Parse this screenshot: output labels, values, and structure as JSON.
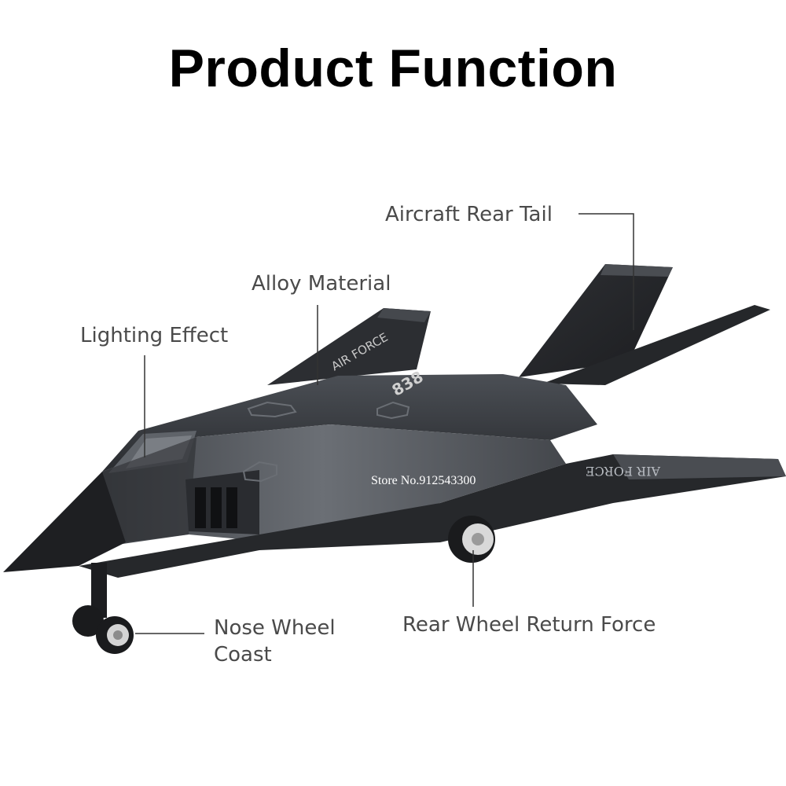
{
  "title": "Product Function",
  "callouts": {
    "rear_tail": "Aircraft Rear Tail",
    "alloy": "Alloy Material",
    "lighting": "Lighting Effect",
    "nose_wheel_line1": "Nose Wheel",
    "nose_wheel_line2": "Coast",
    "rear_wheel": "Rear Wheel Return Force"
  },
  "markings": {
    "wing_text": "AIR FORCE",
    "body_text": "AIR FORCE",
    "tail_number": "838"
  },
  "watermark": "Store No.912543300",
  "colors": {
    "title": "#000000",
    "label": "#4a4a4a",
    "leader_line": "#333333",
    "aircraft_dark": "#1f2124",
    "aircraft_mid": "#3a3d42",
    "aircraft_light": "#5a5e64"
  }
}
